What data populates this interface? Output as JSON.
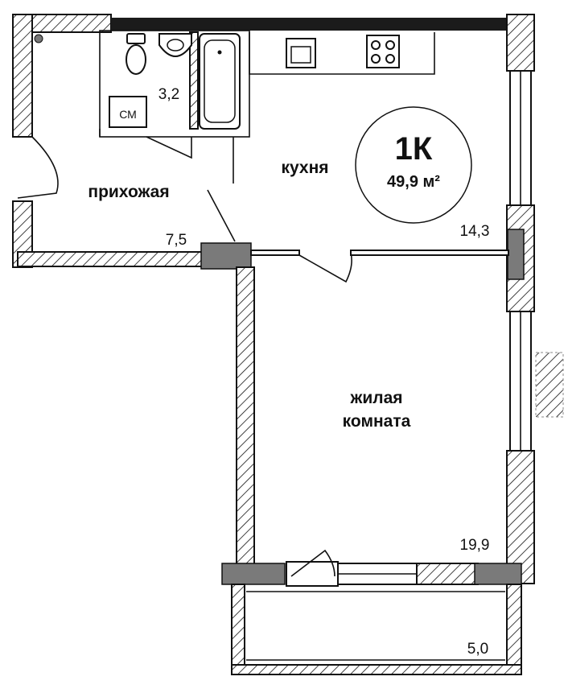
{
  "plan": {
    "badge": {
      "type": "1К",
      "total_area": "49,9 м²"
    },
    "rooms": [
      {
        "id": "hallway",
        "name": "прихожая",
        "area": "7,5"
      },
      {
        "id": "bathroom",
        "name": "",
        "area": "3,2"
      },
      {
        "id": "kitchen",
        "name": "кухня",
        "area": "14,3"
      },
      {
        "id": "living",
        "name": "жилая\nкомната",
        "name_line1": "жилая",
        "name_line2": "комната",
        "area": "19,9"
      },
      {
        "id": "balcony",
        "name": "",
        "area": "5,0"
      }
    ],
    "washing_machine_label": "СМ",
    "colors": {
      "wall_outline": "#111111",
      "column": "#7a7a7a",
      "hatch": "#111111",
      "background": "#ffffff"
    }
  }
}
